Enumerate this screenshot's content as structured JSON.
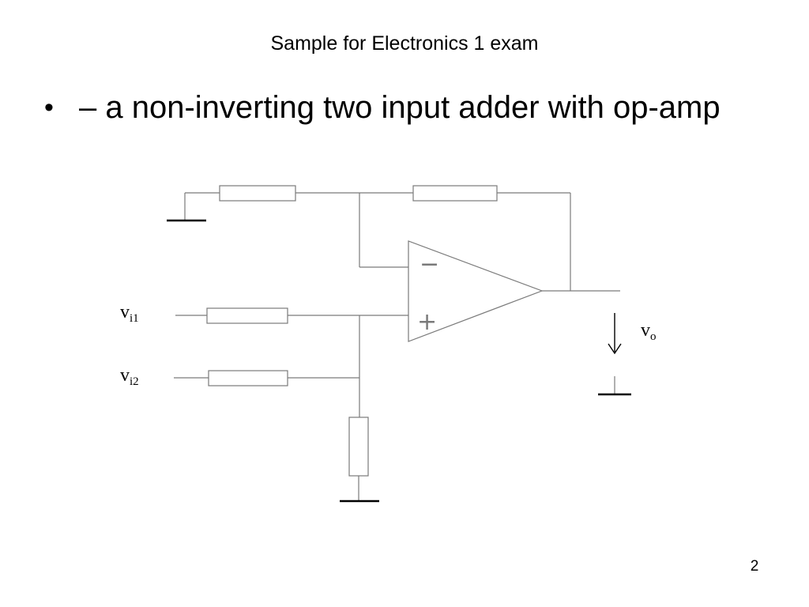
{
  "slide": {
    "title": "Sample for Electronics 1 exam",
    "bullet_symbol": "•",
    "bullet_text": "– a non-inverting two input adder with op-amp",
    "page_number": "2"
  },
  "circuit": {
    "input1": {
      "base": "v",
      "subscript": "i1"
    },
    "input2": {
      "base": "v",
      "subscript": "i2"
    },
    "output": {
      "base": "v",
      "subscript": "o"
    },
    "opamp": {
      "inverting_sign": "−",
      "noninverting_sign": "+"
    }
  }
}
